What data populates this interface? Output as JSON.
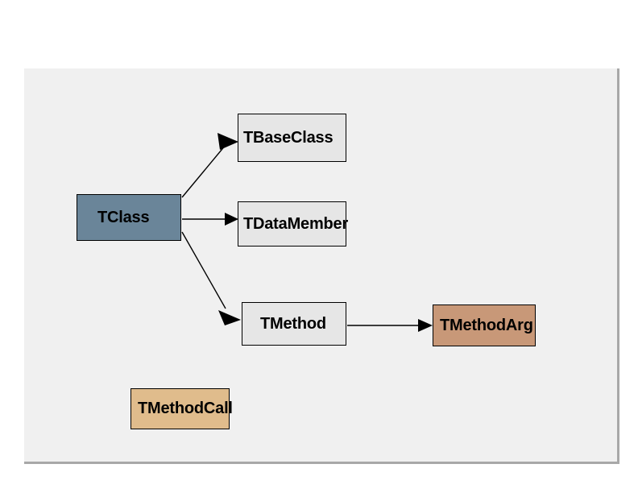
{
  "diagram": {
    "type": "class-relationship-diagram",
    "background_color": "#f0f0f0",
    "page_background": "#ffffff",
    "border_color": "#a8a8a8",
    "nodes": [
      {
        "id": "tbaseclass",
        "label": "TBaseClass",
        "fill": "#e6e6e6",
        "text_color": "#000000"
      },
      {
        "id": "tdatamember",
        "label": "TDataMember",
        "fill": "#e6e6e6",
        "text_color": "#000000"
      },
      {
        "id": "tclass",
        "label": "TClass",
        "fill": "#6a8599",
        "text_color": "#000000"
      },
      {
        "id": "tmethod",
        "label": "TMethod",
        "fill": "#e6e6e6",
        "text_color": "#000000"
      },
      {
        "id": "tmethodarg",
        "label": "TMethodArg",
        "fill": "#c89878",
        "text_color": "#000000"
      },
      {
        "id": "tmethodcall",
        "label": "TMethodCall",
        "fill": "#e0bc8c",
        "text_color": "#000000"
      }
    ],
    "edges": [
      {
        "from": "tclass",
        "to": "tbaseclass",
        "style": "solid",
        "arrow": "filled-triangle"
      },
      {
        "from": "tclass",
        "to": "tdatamember",
        "style": "solid",
        "arrow": "filled-triangle"
      },
      {
        "from": "tclass",
        "to": "tmethod",
        "style": "solid",
        "arrow": "filled-triangle"
      },
      {
        "from": "tmethod",
        "to": "tmethodarg",
        "style": "solid",
        "arrow": "filled-triangle"
      }
    ]
  }
}
